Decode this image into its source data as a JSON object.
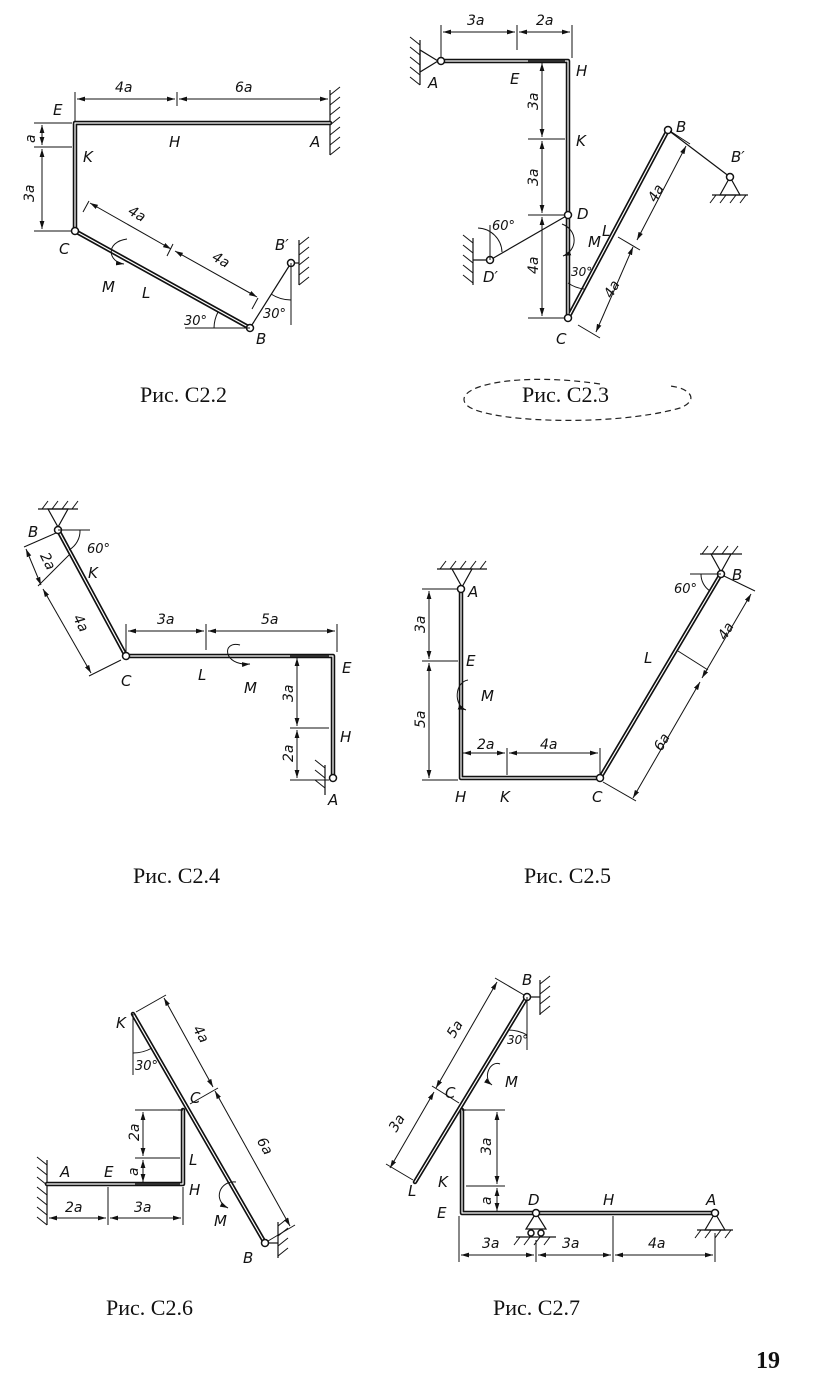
{
  "figures": [
    {
      "id": "c2_2",
      "caption": "Рис. С2.2",
      "labels": {
        "E": "E",
        "H": "H",
        "A": "A",
        "K": "K",
        "C": "C",
        "L": "L",
        "M": "M",
        "B": "B",
        "Bp": "B′"
      },
      "dims": {
        "d1": "4a",
        "d2": "6a",
        "d3": "a",
        "d4": "3a",
        "d5": "4a",
        "d6": "4a"
      },
      "angles": {
        "a1": "30°",
        "a2": "30°"
      }
    },
    {
      "id": "c2_3",
      "caption": "Рис. С2.3",
      "labels": {
        "A": "A",
        "E": "E",
        "H": "H",
        "K": "K",
        "D": "D",
        "Dp": "D′",
        "C": "C",
        "L": "L",
        "M": "M",
        "B": "B",
        "Bp": "B′"
      },
      "dims": {
        "d1": "3a",
        "d2": "2a",
        "d3": "3a",
        "d4": "3a",
        "d5": "4a",
        "d6": "4a",
        "d7": "4a"
      },
      "angles": {
        "a1": "60°",
        "a2": "30°"
      }
    },
    {
      "id": "c2_4",
      "caption": "Рис. С2.4",
      "labels": {
        "B": "B",
        "K": "K",
        "C": "C",
        "L": "L",
        "M": "M",
        "E": "E",
        "H": "H",
        "A": "A"
      },
      "dims": {
        "d1": "2a",
        "d2": "4a",
        "d3": "3a",
        "d4": "5a",
        "d5": "3a",
        "d6": "2a"
      },
      "angles": {
        "a1": "60°"
      }
    },
    {
      "id": "c2_5",
      "caption": "Рис. С2.5",
      "labels": {
        "A": "A",
        "E": "E",
        "M": "M",
        "H": "H",
        "K": "K",
        "C": "C",
        "L": "L",
        "B": "B"
      },
      "dims": {
        "d1": "3a",
        "d2": "5a",
        "d3": "2a",
        "d4": "4a",
        "d5": "4a",
        "d6": "6a"
      },
      "angles": {
        "a1": "60°"
      }
    },
    {
      "id": "c2_6",
      "caption": "Рис. С2.6",
      "labels": {
        "K": "K",
        "C": "C",
        "L": "L",
        "A": "A",
        "E": "E",
        "H": "H",
        "M": "M",
        "B": "B"
      },
      "dims": {
        "d1": "4a",
        "d2": "6a",
        "d3": "2a",
        "d4": "a",
        "d5": "2a",
        "d6": "3a"
      },
      "angles": {
        "a1": "30°"
      }
    },
    {
      "id": "c2_7",
      "caption": "Рис. С2.7",
      "labels": {
        "B": "B",
        "C": "C",
        "M": "M",
        "L": "L",
        "K": "K",
        "E": "E",
        "D": "D",
        "H": "H",
        "A": "A"
      },
      "dims": {
        "d1": "5a",
        "d2": "3a",
        "d3": "3a",
        "d4": "a",
        "d5": "3a",
        "d6": "3a",
        "d7": "4a"
      },
      "angles": {
        "a1": "30°"
      }
    }
  ],
  "page_number": "19"
}
